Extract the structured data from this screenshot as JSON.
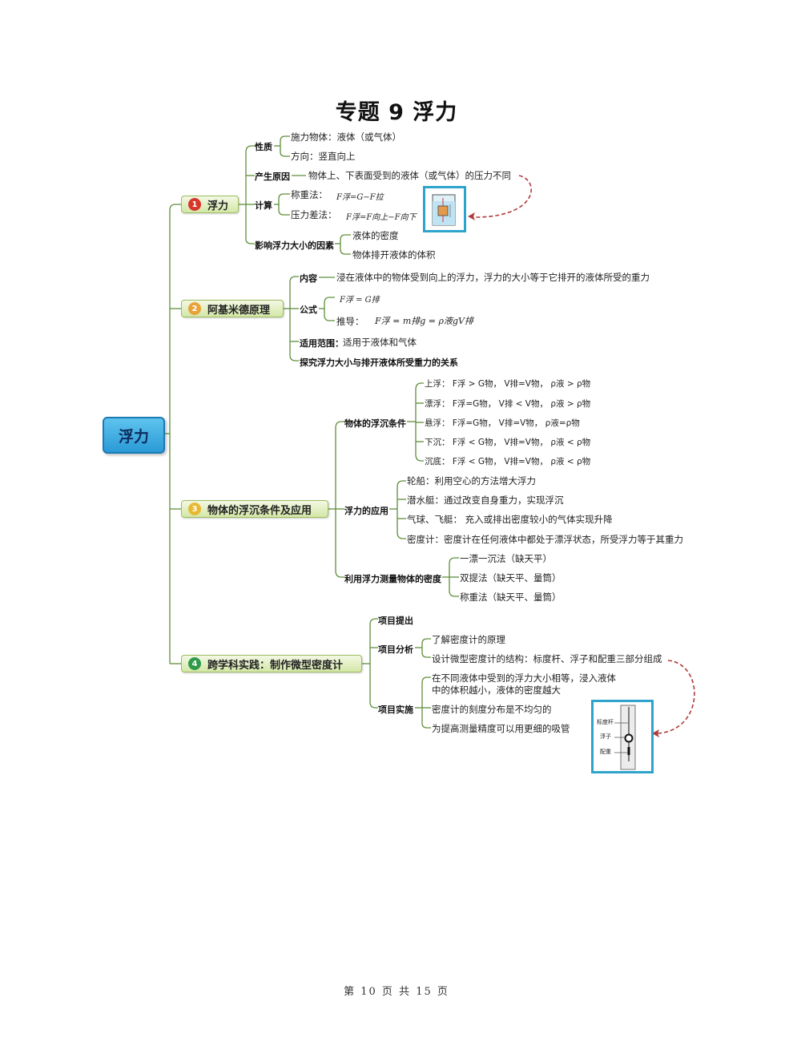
{
  "title": "专题 9  浮力",
  "root": "浮力",
  "branches": {
    "b1": {
      "num": "1",
      "label": "浮力"
    },
    "b2": {
      "num": "2",
      "label": "阿基米德原理"
    },
    "b3": {
      "num": "3",
      "label": "物体的浮沉条件及应用"
    },
    "b4": {
      "num": "4",
      "label": "跨学科实践：制作微型密度计"
    }
  },
  "b1": {
    "xingzhi": "性质",
    "xingzhi_a": "施力物体：液体（或气体）",
    "xingzhi_b": "方向：竖直向上",
    "yuanyin": "产生原因",
    "yuanyin_a": "物体上、下表面受到的液体（或气体）的压力不同",
    "jisuan": "计算",
    "jisuan_a": "称重法：",
    "jisuan_a_f": "F浮=G−F拉",
    "jisuan_b": "压力差法：",
    "jisuan_b_f": "F浮=F向上−F向下",
    "yinsu": "影响浮力大小的因素",
    "yinsu_a": "液体的密度",
    "yinsu_b": "物体排开液体的体积"
  },
  "b2": {
    "neirong": "内容",
    "neirong_a": "浸在液体中的物体受到向上的浮力，浮力的大小等于它排开的液体所受的重力",
    "gongshi": "公式",
    "gongshi_a": "F浮 = G排",
    "gongshi_b": "推导：",
    "gongshi_b_f": "F浮 = m排g = ρ液gV排",
    "fanwei": "适用范围：",
    "fanwei_a": "适用于液体和气体",
    "tanjiu": "探究浮力大小与排开液体所受重力的关系"
  },
  "b3": {
    "tiaojian": "物体的浮沉条件",
    "t1": "上浮：  F浮 > G物，  V排=V物，  ρ液 > ρ物",
    "t2": "漂浮：  F浮=G物，  V排 < V物，  ρ液 > ρ物",
    "t3": "悬浮：  F浮=G物，  V排=V物，  ρ液=ρ物",
    "t4": "下沉：  F浮 < G物，  V排=V物，  ρ液 < ρ物",
    "t5": "沉底：  F浮 < G物，  V排=V物，  ρ液 < ρ物",
    "yingyong": "浮力的应用",
    "y1": "轮船：利用空心的方法增大浮力",
    "y2": "潜水艇：通过改变自身重力，实现浮沉",
    "y3": "气球、飞艇：  充入或排出密度较小的气体实现升降",
    "y4": "密度计：密度计在任何液体中都处于漂浮状态，所受浮力等于其重力",
    "celiang": "利用浮力测量物体的密度",
    "c1": "一漂一沉法（缺天平）",
    "c2": "双提法（缺天平、量筒）",
    "c3": "称重法（缺天平、量筒）"
  },
  "b4": {
    "tichu": "项目提出",
    "fenxi": "项目分析",
    "f1": "了解密度计的原理",
    "f2": "设计微型密度计的结构：标度杆、浮子和配重三部分组成",
    "shishi": "项目实施",
    "s1a": "在不同液体中受到的浮力大小相等，浸入液体",
    "s1b": "中的体积越小，液体的密度越大",
    "s2": "密度计的刻度分布是不均匀的",
    "s3": "为提高测量精度可以用更细的吸管",
    "pic_l1": "标度杆",
    "pic_l2": "浮子",
    "pic_l3": "配重"
  },
  "footer": "第 10 页 共 15 页",
  "colors": {
    "line": "#5f8f3a",
    "root": "#2a9ad6",
    "branch": "#d4e7a7",
    "n1": "#d8352b",
    "n2": "#e8a23a",
    "n3": "#e7b932",
    "n4": "#2e9a4a",
    "arrow": "#b03a3a"
  }
}
